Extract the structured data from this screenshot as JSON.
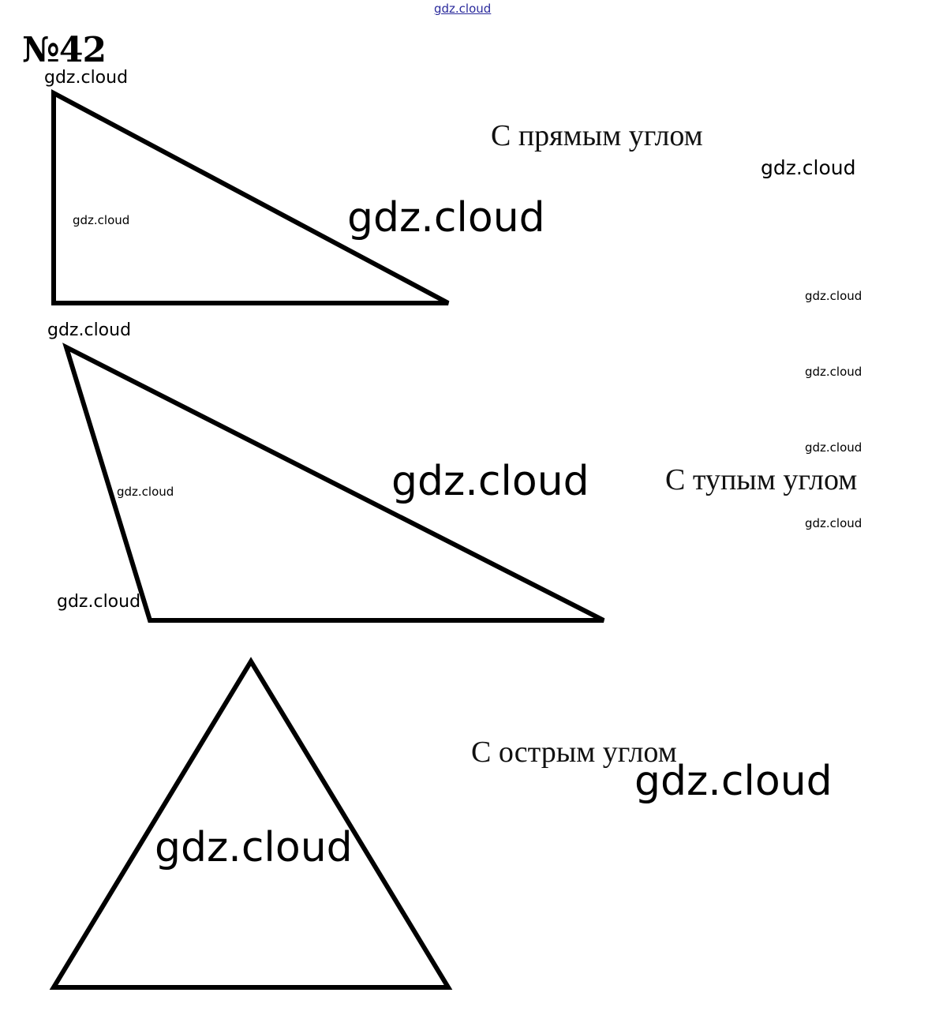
{
  "header": {
    "source_link": "gdz.cloud",
    "problem_number": "№42"
  },
  "figures": [
    {
      "caption": "С прямым углом",
      "type": "right"
    },
    {
      "caption": "С тупым углом",
      "type": "obtuse"
    },
    {
      "caption": "С острым углом",
      "type": "acute"
    }
  ],
  "watermarks": [
    "gdz.cloud",
    "gdz.cloud",
    "gdz.cloud",
    "gdz.cloud",
    "gdz.cloud",
    "gdz.cloud",
    "gdz.cloud",
    "gdz.cloud",
    "gdz.cloud",
    "gdz.cloud",
    "gdz.cloud",
    "gdz.cloud",
    "gdz.cloud",
    "gdz.cloud",
    "gdz.cloud"
  ],
  "colors": {
    "stroke": "#000000",
    "link": "#2b2b9c"
  }
}
